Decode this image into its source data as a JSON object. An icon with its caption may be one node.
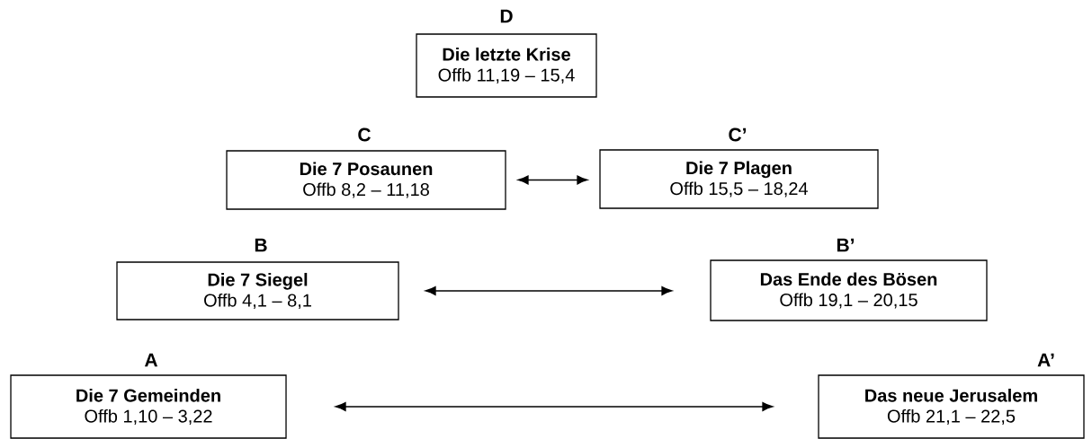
{
  "diagram": {
    "nodes": [
      {
        "text": [
          "D",
          "Die letzte Krise",
          "Offb 11,19 – 15,4"
        ]
      },
      {
        "text": [
          "C",
          "Die 7 Posaunen",
          "Offb 8,2 – 11,18"
        ]
      },
      {
        "text": [
          "C’",
          "Die 7 Plagen",
          "Offb 15,5 – 18,24"
        ]
      },
      {
        "text": [
          "B",
          "Die 7 Siegel",
          "Offb 4,1 – 8,1"
        ]
      },
      {
        "text": [
          "B’",
          "Das Ende des Bösen",
          "Offb 19,1 – 20,15"
        ]
      },
      {
        "text": [
          "A",
          "Die 7 Gemeinden",
          "Offb 1,10 – 3,22"
        ]
      },
      {
        "text": [
          "A’",
          "Das neue Jerusalem",
          "Offb 21,1 – 22,5"
        ]
      }
    ],
    "edges": [
      {
        "from": 1,
        "to": 2,
        "arrow": "both"
      },
      {
        "from": 3,
        "to": 4,
        "arrow": "both"
      },
      {
        "from": 5,
        "to": 6,
        "arrow": "both"
      }
    ]
  }
}
